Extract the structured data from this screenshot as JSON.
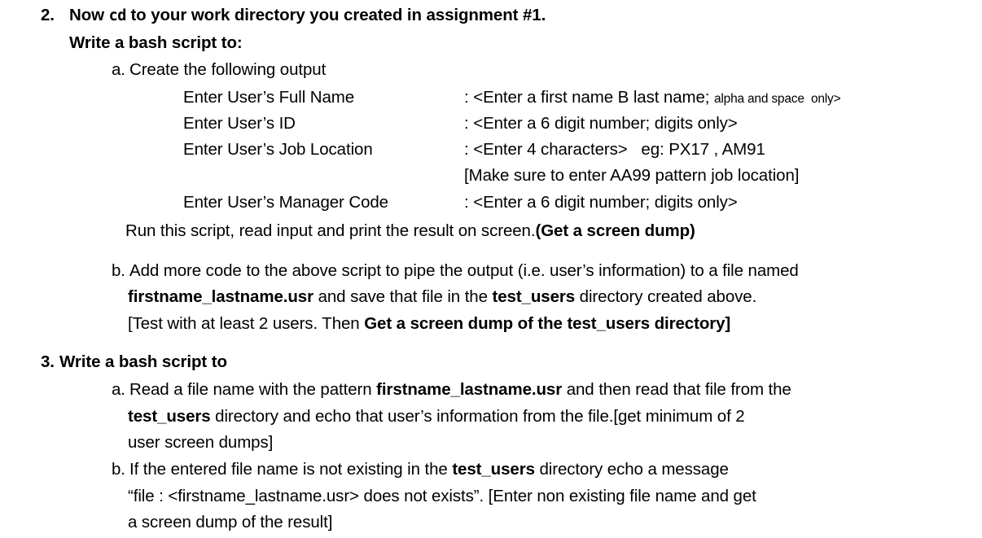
{
  "document": {
    "items": [
      {
        "number": "2.",
        "heading_before_cmd": "Now ",
        "heading_cmd": "cd",
        "heading_after_cmd": " to your work directory you created in assignment #1.",
        "subheading": "Write a bash script to:",
        "sub_a_marker": "a.",
        "sub_a_text": "Create the following output",
        "prompts": [
          {
            "label": "Enter User’s Full Name",
            "value_main": ": <Enter a first name B last name; ",
            "value_small": "alpha and space  only",
            "value_tail": ">"
          },
          {
            "label": "Enter User’s ID",
            "value_main": ": <Enter a 6 digit number; digits only>",
            "value_small": "",
            "value_tail": ""
          },
          {
            "label": "Enter User’s Job Location",
            "value_main": ": <Enter 4 characters>   eg: PX17 , AM91",
            "value_small": "",
            "value_tail": ""
          }
        ],
        "note_line": "[Make sure to enter AA99 pattern job location]",
        "manager_prompt": {
          "label": "Enter User’s Manager Code",
          "value_main": ": <Enter a 6 digit number; digits only>"
        },
        "run_line_plain": "Run this script, read input and print the result on screen.",
        "run_line_bold": "(Get a screen dump)",
        "sub_b_marker": "b.",
        "sub_b_line1_a": "Add more code to the above script to pipe the output (i.e. user’s information) to a file named",
        "sub_b_line2_bold1": "firstname_lastname.usr",
        "sub_b_line2_mid": " and save that file in the ",
        "sub_b_line2_bold2": "test_users",
        "sub_b_line2_tail": " directory created above.",
        "sub_b_line3_plain": "[Test with at least 2 users. Then ",
        "sub_b_line3_bold": "Get a screen dump of the test_users directory]"
      },
      {
        "number": "3.",
        "heading": "Write a bash script to",
        "sub_a_marker": "a.",
        "sub_a_line1_plain1": "Read a file name with the pattern ",
        "sub_a_line1_bold": "firstname_lastname.usr",
        "sub_a_line1_plain2": " and then read that file from the",
        "sub_a_line2_bold": "test_users",
        "sub_a_line2_plain": " directory and echo that user’s information from the file.[get minimum of 2",
        "sub_a_line3": "user screen dumps]",
        "sub_b_marker": "b.",
        "sub_b_line1_plain1": "If the entered file name is not existing in the ",
        "sub_b_line1_bold": "test_users",
        "sub_b_line1_plain2": " directory echo a message",
        "sub_b_line2": "“file : <firstname_lastname.usr> does not exists”. [Enter non existing file name and get",
        "sub_b_line3": "a screen dump of the result]"
      }
    ]
  },
  "style": {
    "text_color": "#000000",
    "background_color": "#ffffff"
  }
}
